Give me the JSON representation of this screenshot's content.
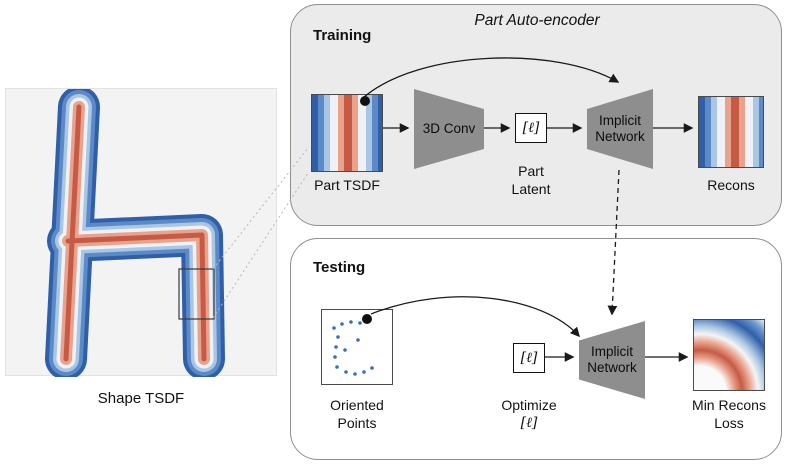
{
  "title": "Part Auto-encoder",
  "shape": {
    "label": "Shape TSDF"
  },
  "training": {
    "panel_label": "Training",
    "part_tsdf_label": "Part TSDF",
    "conv_label": "3D Conv",
    "latent_symbol": "[ℓ]",
    "latent_label": [
      "Part",
      "Latent"
    ],
    "implicit_label": [
      "Implicit",
      "Network"
    ],
    "recons_label": "Recons"
  },
  "testing": {
    "panel_label": "Testing",
    "points_label": [
      "Oriented",
      "Points"
    ],
    "latent_symbol": "[ℓ]",
    "optimize_label": [
      "Optimize",
      "[ℓ]"
    ],
    "implicit_label": [
      "Implicit",
      "Network"
    ],
    "loss_label": [
      "Min Recons",
      "Loss"
    ]
  },
  "colors": {
    "training_panel_fill": "#ebebeb",
    "panel_border": "#8f8f8f",
    "trapezoid_gray": "#8e8e8e",
    "tsdf_dark_blue": "#2f5fa8",
    "tsdf_light_blue": "#a9c6e4",
    "tsdf_salmon": "#e9a28c",
    "tsdf_red": "#c65a45",
    "shape_panel_fill": "#f3f3f3"
  }
}
